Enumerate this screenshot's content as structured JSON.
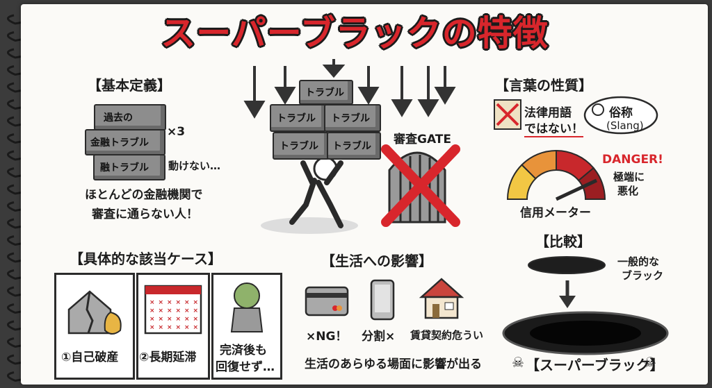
{
  "title": "スーパーブラックの特徴",
  "basic": {
    "heading": "【基本定義】",
    "bricks": [
      "過去の",
      "金融トラブル",
      "融トラブル"
    ],
    "multiplier": "×3",
    "stuck": "動けない…",
    "desc_line1": "ほとんどの金融機関で",
    "desc_line2": "審査に通らない人！"
  },
  "center": {
    "bricks": [
      "トラブル",
      "トラブル",
      "トラブル",
      "トラブル",
      "トラブル"
    ],
    "gate_label": "審査GATE"
  },
  "words": {
    "heading": "【言葉の性質】",
    "legal_line1": "法律用語",
    "legal_line2": "ではない！",
    "slang_line1": "俗称",
    "slang_line2": "(Slang)",
    "danger": "DANGER!",
    "worse_line1": "極端に",
    "worse_line2": "悪化",
    "meter_label": "信用メーター"
  },
  "cases": {
    "heading": "【具体的な該当ケース】",
    "items": [
      "①自己破産",
      "②長期延滞",
      "完済後も",
      "回復せず…"
    ]
  },
  "impact": {
    "heading": "【生活への影響】",
    "card": "×NG！",
    "split": "分割×",
    "rent": "賃貸契約危うい",
    "summary": "生活のあらゆる場面に影響が出る"
  },
  "compare": {
    "heading": "【比較】",
    "general_line1": "一般的な",
    "general_line2": "ブラック",
    "super": "【スーパーブラック】",
    "skull_icons": "skull-icon"
  },
  "colors": {
    "accent": "#d8262c",
    "ink": "#1c1c1c",
    "brick": "#8d8d8d",
    "meter_yellow": "#f2c744",
    "meter_orange": "#e8933a",
    "meter_red": "#c8282c"
  }
}
